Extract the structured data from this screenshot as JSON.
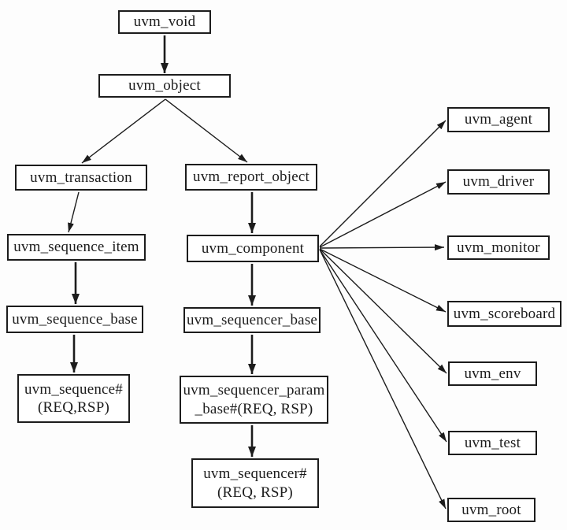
{
  "diagram": {
    "kind": "uvm-class-hierarchy",
    "colors": {
      "line": "#1c1c1c",
      "box_border": "#1c1c1c",
      "box_fill": "#ffffff",
      "text": "#1c1c1c",
      "background": "#fdfdfd"
    },
    "nodes": {
      "uvm_void": {
        "label": "uvm_void"
      },
      "uvm_object": {
        "label": "uvm_object"
      },
      "uvm_transaction": {
        "label": "uvm_transaction"
      },
      "uvm_sequence_item": {
        "label": "uvm_sequence_item"
      },
      "uvm_sequence_base": {
        "label": "uvm_sequence_base"
      },
      "uvm_sequence": {
        "label": "uvm_sequence#\n(REQ,RSP)"
      },
      "uvm_report_object": {
        "label": "uvm_report_object"
      },
      "uvm_component": {
        "label": "uvm_component"
      },
      "uvm_sequencer_base": {
        "label": "uvm_sequencer_base"
      },
      "uvm_sequencer_param_base": {
        "label": "uvm_sequencer_param\n_base#(REQ, RSP)"
      },
      "uvm_sequencer": {
        "label": "uvm_sequencer#\n(REQ, RSP)"
      },
      "uvm_agent": {
        "label": "uvm_agent"
      },
      "uvm_driver": {
        "label": "uvm_driver"
      },
      "uvm_monitor": {
        "label": "uvm_monitor"
      },
      "uvm_scoreboard": {
        "label": "uvm_scoreboard"
      },
      "uvm_env": {
        "label": "uvm_env"
      },
      "uvm_test": {
        "label": "uvm_test"
      },
      "uvm_root": {
        "label": "uvm_root"
      }
    },
    "edges": [
      {
        "from": "uvm_void",
        "to": "uvm_object"
      },
      {
        "from": "uvm_object",
        "to": "uvm_transaction"
      },
      {
        "from": "uvm_object",
        "to": "uvm_report_object"
      },
      {
        "from": "uvm_transaction",
        "to": "uvm_sequence_item"
      },
      {
        "from": "uvm_sequence_item",
        "to": "uvm_sequence_base"
      },
      {
        "from": "uvm_sequence_base",
        "to": "uvm_sequence"
      },
      {
        "from": "uvm_report_object",
        "to": "uvm_component"
      },
      {
        "from": "uvm_component",
        "to": "uvm_sequencer_base"
      },
      {
        "from": "uvm_sequencer_base",
        "to": "uvm_sequencer_param_base"
      },
      {
        "from": "uvm_sequencer_param_base",
        "to": "uvm_sequencer"
      },
      {
        "from": "uvm_component",
        "to": "uvm_agent"
      },
      {
        "from": "uvm_component",
        "to": "uvm_driver"
      },
      {
        "from": "uvm_component",
        "to": "uvm_monitor"
      },
      {
        "from": "uvm_component",
        "to": "uvm_scoreboard"
      },
      {
        "from": "uvm_component",
        "to": "uvm_env"
      },
      {
        "from": "uvm_component",
        "to": "uvm_test"
      },
      {
        "from": "uvm_component",
        "to": "uvm_root"
      }
    ]
  }
}
